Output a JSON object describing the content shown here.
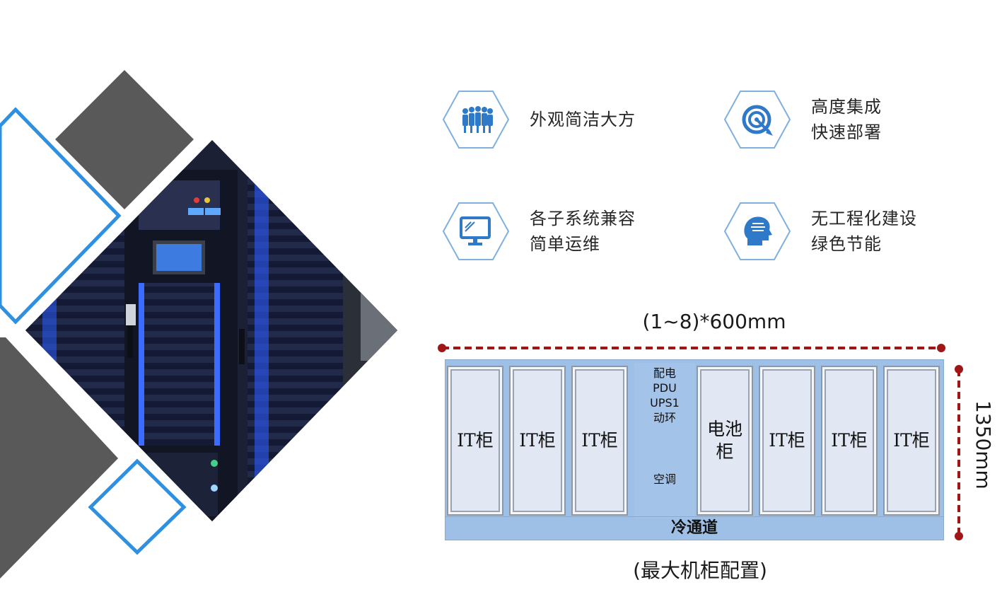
{
  "features": [
    {
      "icon": "people-icon",
      "lines": [
        "外观简洁大方"
      ]
    },
    {
      "icon": "target-icon",
      "lines": [
        "高度集成",
        "快速部署"
      ]
    },
    {
      "icon": "monitor-icon",
      "lines": [
        "各子系统兼容",
        "简单运维"
      ]
    },
    {
      "icon": "head-binary-icon",
      "lines": [
        "无工程化建设",
        "绿色节能"
      ]
    }
  ],
  "diagram": {
    "width_label": "(1~8)*600mm",
    "height_label": "1350mm",
    "caption": "(最大机柜配置)",
    "cold_aisle": "冷通道",
    "cabinets": [
      {
        "label": "IT柜"
      },
      {
        "label": "IT柜"
      },
      {
        "label": "IT柜"
      },
      {
        "label": "",
        "lines": [
          "配电",
          "PDU",
          "UPS1",
          "动环"
        ],
        "bottom_label": "空调"
      },
      {
        "label": "电池\n柜"
      },
      {
        "label": "IT柜"
      },
      {
        "label": "IT柜"
      },
      {
        "label": "IT柜"
      }
    ]
  },
  "colors": {
    "accent_blue": "#2f8fe0",
    "hex_border": "#7fb0de",
    "icon_blue": "#2f79c9",
    "dash_red": "#a01515",
    "dark_gray": "#585858",
    "cabinet_fill": "#a4c3e8"
  }
}
